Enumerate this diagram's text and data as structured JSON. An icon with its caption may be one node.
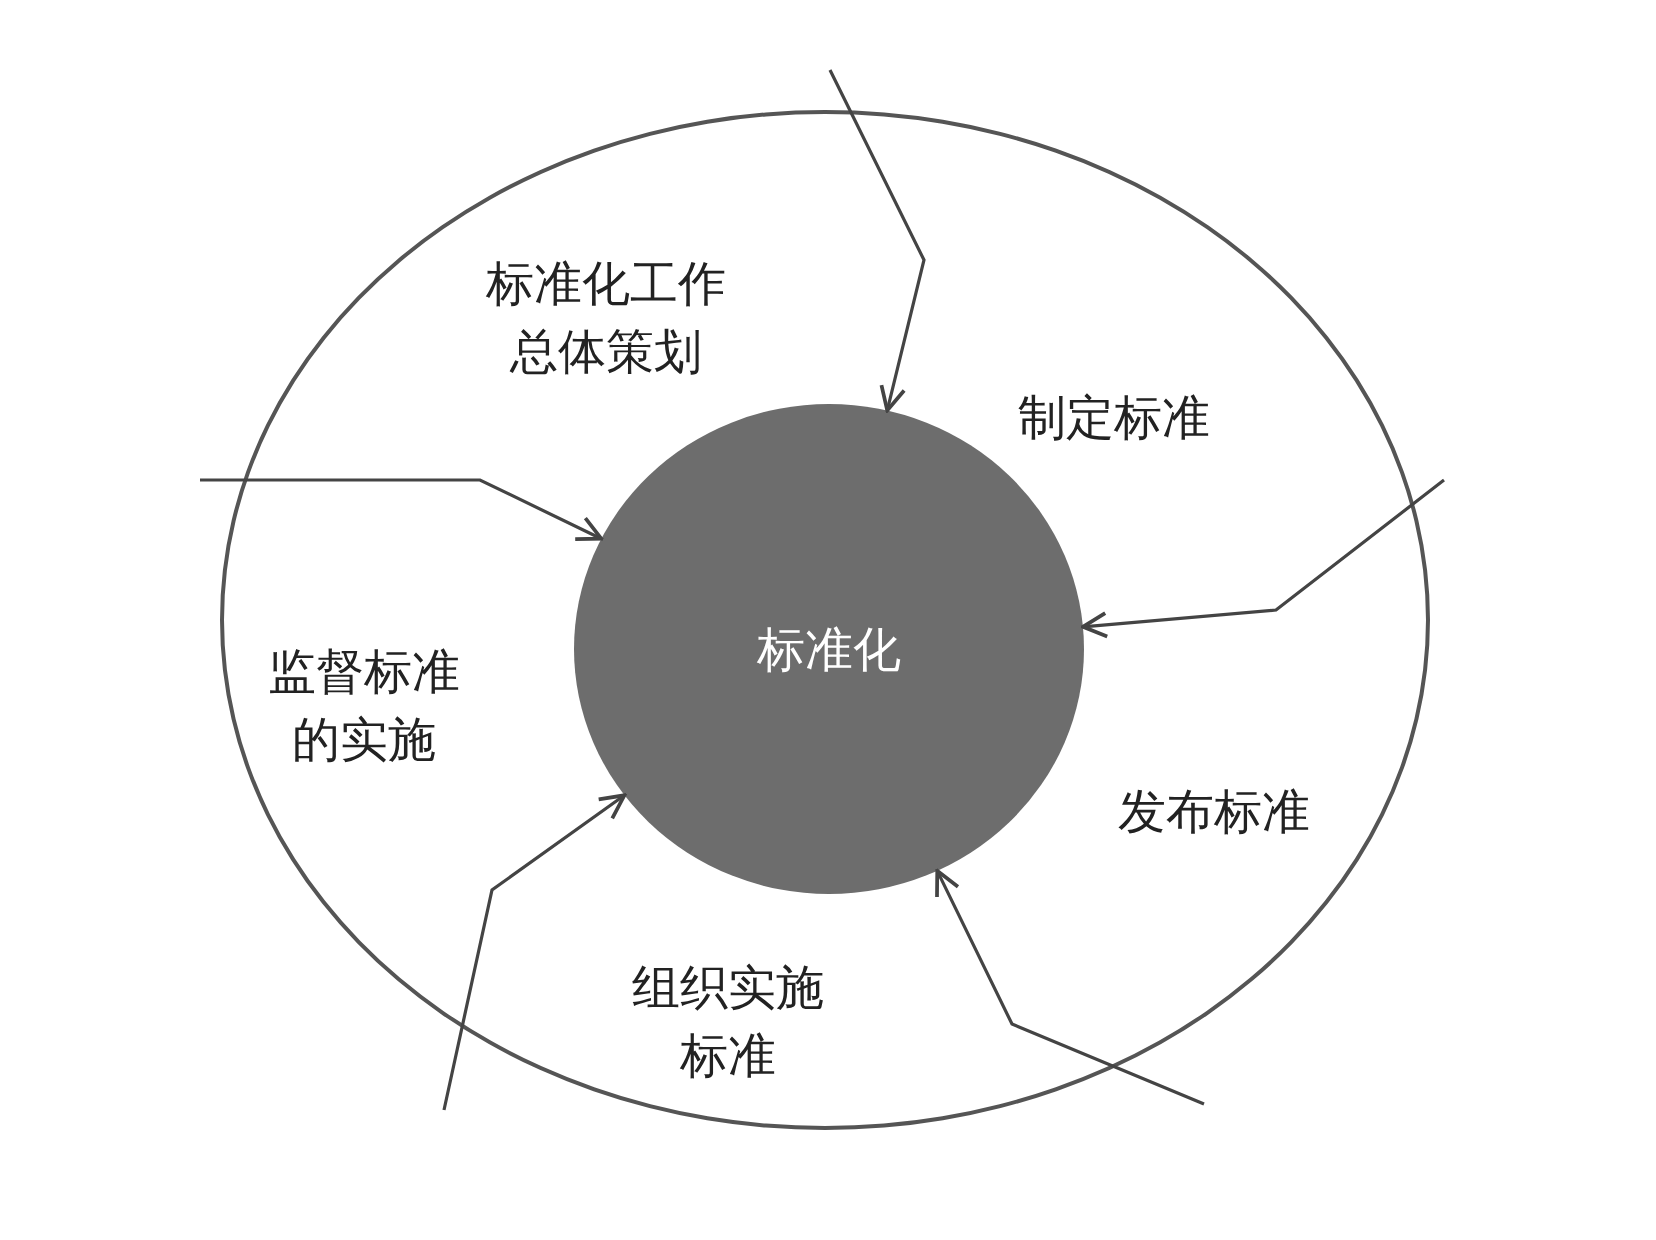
{
  "diagram": {
    "nodes": [
      {
        "text": [],
        "shape": "circle"
      },
      {
        "text": [
          "标准化工作总体策划"
        ],
        "in": 0
      },
      {
        "text": [
          "制定标准"
        ],
        "in": 0
      },
      {
        "text": [
          "发布标准"
        ],
        "in": 0
      },
      {
        "text": [
          "组织实施标准"
        ],
        "in": 0
      },
      {
        "text": [
          "监督标准的实施"
        ],
        "in": 0
      },
      {
        "text": [
          "标准化"
        ],
        "in": 0
      }
    ],
    "edges": [
      {
        "from": null,
        "to": 6,
        "arrow": "to"
      },
      {
        "from": null,
        "to": 6,
        "arrow": "to"
      },
      {
        "from": null,
        "to": 6,
        "arrow": "to"
      },
      {
        "from": null,
        "to": 6,
        "arrow": "to"
      },
      {
        "from": null,
        "to": 6,
        "arrow": "to"
      }
    ]
  }
}
